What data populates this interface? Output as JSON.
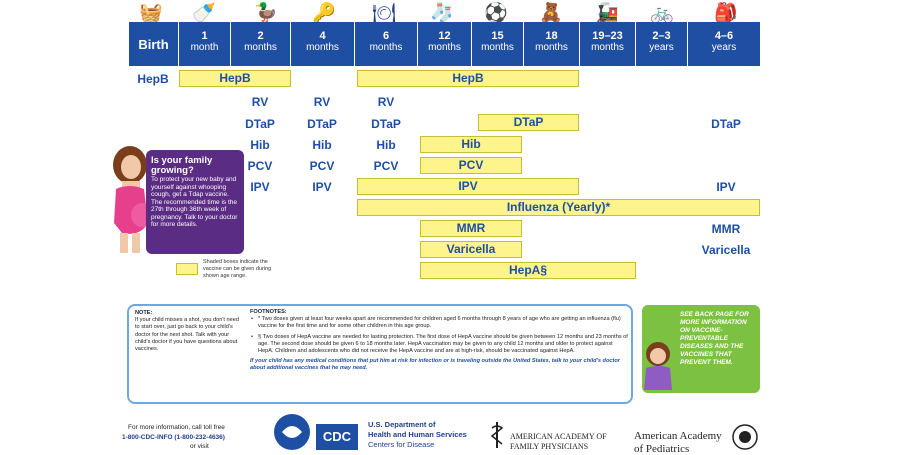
{
  "header": {
    "cells": [
      {
        "num": "Birth",
        "unit": "",
        "icon": "🧺"
      },
      {
        "num": "1",
        "unit": "month",
        "icon": "🍼"
      },
      {
        "num": "2",
        "unit": "months",
        "icon": "🦆"
      },
      {
        "num": "4",
        "unit": "months",
        "icon": "🔑"
      },
      {
        "num": "6",
        "unit": "months",
        "icon": "🍽"
      },
      {
        "num": "12",
        "unit": "months",
        "icon": "🧦"
      },
      {
        "num": "15",
        "unit": "months",
        "icon": "⚽"
      },
      {
        "num": "18",
        "unit": "months",
        "icon": "🧸"
      },
      {
        "num": "19–23",
        "unit": "months",
        "icon": "🚂"
      },
      {
        "num": "2–3",
        "unit": "years",
        "icon": "🚲"
      },
      {
        "num": "4–6",
        "unit": "years",
        "icon": "🎒"
      }
    ]
  },
  "labels": {
    "hepb_birth": "HepB",
    "rv_2": "RV",
    "rv_4": "RV",
    "rv_6": "RV",
    "dtap_2": "DTaP",
    "dtap_4": "DTaP",
    "dtap_6": "DTaP",
    "dtap_46": "DTaP",
    "hib_2": "Hib",
    "hib_4": "Hib",
    "hib_6": "Hib",
    "pcv_2": "PCV",
    "pcv_4": "PCV",
    "pcv_6": "PCV",
    "ipv_2": "IPV",
    "ipv_4": "IPV",
    "ipv_46": "IPV",
    "mmr_46": "MMR",
    "varicella_46": "Varicella"
  },
  "bars": {
    "hepb_1_2": "HepB",
    "hepb_6_18": "HepB",
    "dtap_15_18": "DTaP",
    "hib_12_15": "Hib",
    "pcv_12_15": "PCV",
    "ipv_6_18": "IPV",
    "influenza": "Influenza (Yearly)*",
    "mmr_12_15": "MMR",
    "varicella_12_15": "Varicella",
    "hepa_12_23": "HepA§"
  },
  "callout": {
    "title": "Is your family growing?",
    "body": "To protect your new baby and yourself against whooping cough, get a Tdap vaccine. The recommended time is the 27th through 36th week of pregnancy. Talk to your doctor for more details."
  },
  "legend": {
    "text": "Shaded boxes indicate the vaccine can be given during shown age range."
  },
  "note": {
    "title": "NOTE:",
    "body": "If your child misses a shot, you don't need to start over, just go back to your child's doctor for the next shot. Talk with your child's doctor if you have questions about vaccines."
  },
  "footnotes": {
    "title": "FOOTNOTES:",
    "item1": "* Two doses given at least four weeks apart are recommended for children aged 6 months through 8 years of age who are getting an influenza (flu) vaccine for the first time and for some other children in this age group.",
    "item2": "§ Two doses of HepA vaccine are needed for lasting protection. The first dose of HepA vaccine should be given between 12 months and 23 months of age. The second dose should be given 6 to 18 months later. HepA vaccination may be given to any child 12 months and older to protect against HepA. Children and adolescents who did not receive the HepA vaccine and are at high-risk, should be vaccinated against HepA.",
    "italic": "If your child has any medical conditions that put him at risk for infection or is traveling outside the United States, talk to your child's doctor about additional vaccines that he may need."
  },
  "green_box": {
    "text": "See back page for more information on vaccine-preventable diseases and the vaccines that prevent them."
  },
  "bottom": {
    "more_info": "For more information, call toll free",
    "phone": "1-800-CDC-INFO (1-800-232-4636)",
    "visit": "or visit",
    "hhs_line1": "U.S. Department of",
    "hhs_line2": "Health and Human Services",
    "hhs_line3": "Centers for Disease",
    "aafp_line1": "AMERICAN ACADEMY OF",
    "aafp_line2": "FAMILY PHYSICIANS",
    "aap_line1": "American Academy",
    "aap_line2": "of Pediatrics",
    "cdc": "CDC"
  },
  "colors": {
    "header_blue": "#1f4fa3",
    "bar_yellow": "#fdf48c",
    "callout_purple": "#5b2c83",
    "green": "#7dc142"
  }
}
